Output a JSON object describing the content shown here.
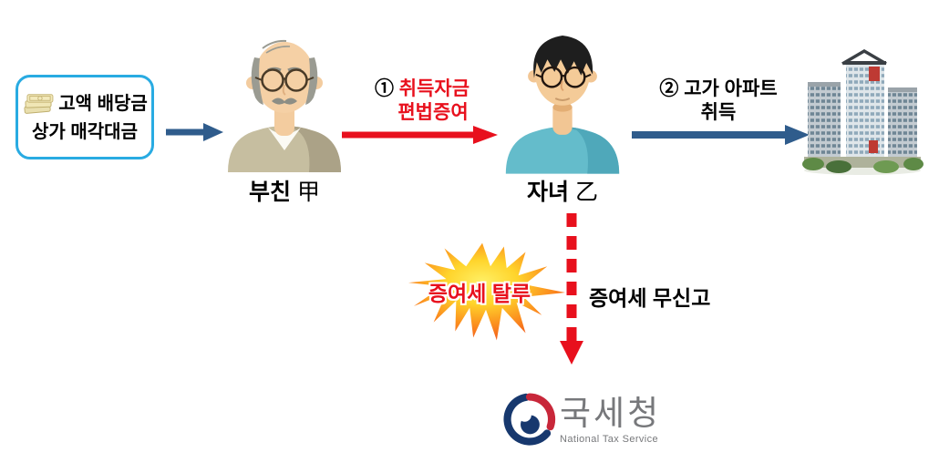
{
  "diagram": {
    "title_semantic": "gift-tax-evasion-flow",
    "funds_box": {
      "line1": "고액 배당금",
      "line2": "상가 매각대금",
      "icon": "money-stack-icon"
    },
    "father": {
      "name": "부친",
      "hanja": "甲"
    },
    "son": {
      "name": "자녀",
      "hanja": "乙"
    },
    "step1": {
      "number": "①",
      "line1": "취득자금",
      "line2": "편법증여"
    },
    "step2": {
      "number": "②",
      "line1": "고가 아파트",
      "line2": "취득"
    },
    "evasion_burst": {
      "label": "증여세 탈루"
    },
    "no_filing": {
      "label": "증여세 무신고"
    },
    "nts": {
      "name_ko": "국세청",
      "name_en": "National Tax Service"
    }
  },
  "icons": {
    "money-stack-icon": "stack of banknotes",
    "father-avatar": "elderly man with glasses and mustache",
    "son-avatar": "young man with glasses",
    "apartment-building-illustration": "high-rise apartment towers",
    "burst-shape": "orange starburst explosion",
    "nts-emblem": "Korean government taegeuk emblem"
  },
  "palette": {
    "funds_box_border": "#29ABE2",
    "flow_arrow_blue": "#2F5C8C",
    "alert_red": "#E8101D",
    "burst_yellow": "#FFD42B",
    "burst_orange": "#EF4E1C",
    "father_sweater": "#C6BEA0",
    "son_shirt": "#64BCCB",
    "logo_navy": "#17386E",
    "logo_red": "#C8273A",
    "logo_gray": "#77787B"
  }
}
